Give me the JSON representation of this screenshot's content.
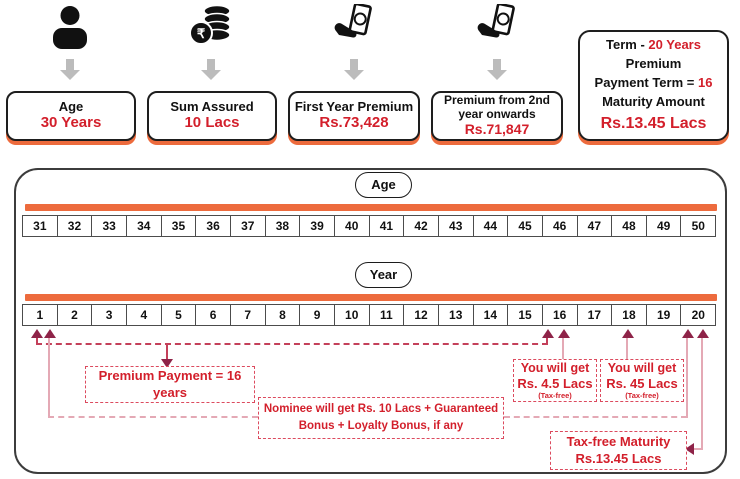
{
  "icons": {
    "rupee_glyph": "₹"
  },
  "palette": {
    "orange": "#ED6B3D",
    "red": "#D31F2B",
    "maroon": "#8E2348",
    "pink": "#E4A9B5"
  },
  "cards": [
    {
      "label": "Age",
      "value": "30 Years"
    },
    {
      "label": "Sum Assured",
      "value": "10 Lacs"
    },
    {
      "label": "First Year Premium",
      "value": "Rs.73,428"
    },
    {
      "label": "Premium from 2nd year onwards",
      "value": "Rs.71,847"
    }
  ],
  "summary": {
    "term_label": "Term  -",
    "term_value": "20 Years",
    "premium_word": "Premium",
    "payment_term_label": "Payment Term =",
    "payment_term_value": "16",
    "maturity_label": "Maturity Amount",
    "maturity_value": "Rs.13.45 Lacs"
  },
  "timeline": {
    "age_label": "Age",
    "ages": [
      "31",
      "32",
      "33",
      "34",
      "35",
      "36",
      "37",
      "38",
      "39",
      "40",
      "41",
      "42",
      "43",
      "44",
      "45",
      "46",
      "47",
      "48",
      "49",
      "50"
    ],
    "year_label": "Year",
    "years": [
      "1",
      "2",
      "3",
      "4",
      "5",
      "6",
      "7",
      "8",
      "9",
      "10",
      "11",
      "12",
      "13",
      "14",
      "15",
      "16",
      "17",
      "18",
      "19",
      "20"
    ]
  },
  "annotations": {
    "premium_payment": "Premium Payment = 16 years",
    "benefit_year16": {
      "line1": "You will get",
      "line2": "Rs. 4.5 Lacs",
      "note": "(Tax-free)"
    },
    "benefit_year18": {
      "line1": "You will get",
      "line2": "Rs. 45 Lacs",
      "note": "(Tax-free)"
    },
    "nominee": {
      "line1": "Nominee will get Rs. 10 Lacs + Guaranteed",
      "line2": "Bonus + Loyalty Bonus, if any"
    },
    "maturity": {
      "line1": "Tax-free Maturity",
      "line2": "Rs.13.45 Lacs"
    }
  }
}
